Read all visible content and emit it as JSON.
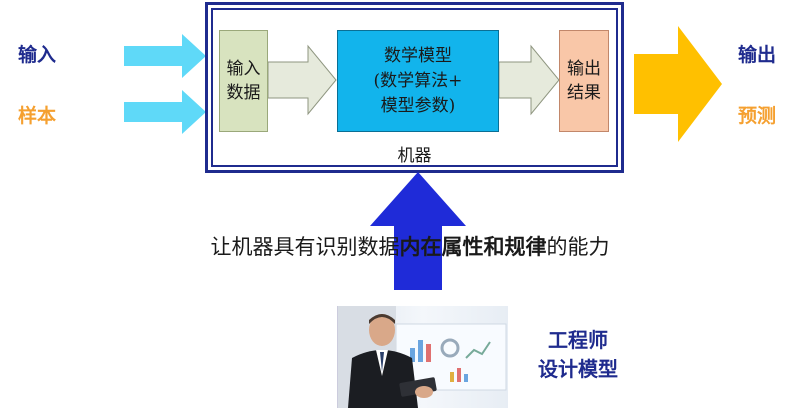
{
  "left_labels": {
    "input": "输入",
    "sample": "样本"
  },
  "right_labels": {
    "output": "输出",
    "prediction": "预测"
  },
  "machine": {
    "input_box": [
      "输入",
      "数据"
    ],
    "model_box": [
      "数学模型",
      "(数学算法+",
      "模型参数)"
    ],
    "output_box": [
      "输出",
      "结果"
    ],
    "label": "机器"
  },
  "caption": {
    "part1": "让机器具有识别数据",
    "part2": "内在属性和规律",
    "part3": "的能力"
  },
  "engineer": [
    "工程师",
    "设计模型"
  ],
  "colors": {
    "navy": "#1f2b8e",
    "orange": "#f5a030",
    "cyan_arrow": "#5fd9f8",
    "yellow_arrow": "#ffc000",
    "blue_arrow": "#1f2bd8",
    "input_box": "#d8e3bf",
    "model_box": "#12b4ec",
    "output_box": "#f9c7a8"
  }
}
